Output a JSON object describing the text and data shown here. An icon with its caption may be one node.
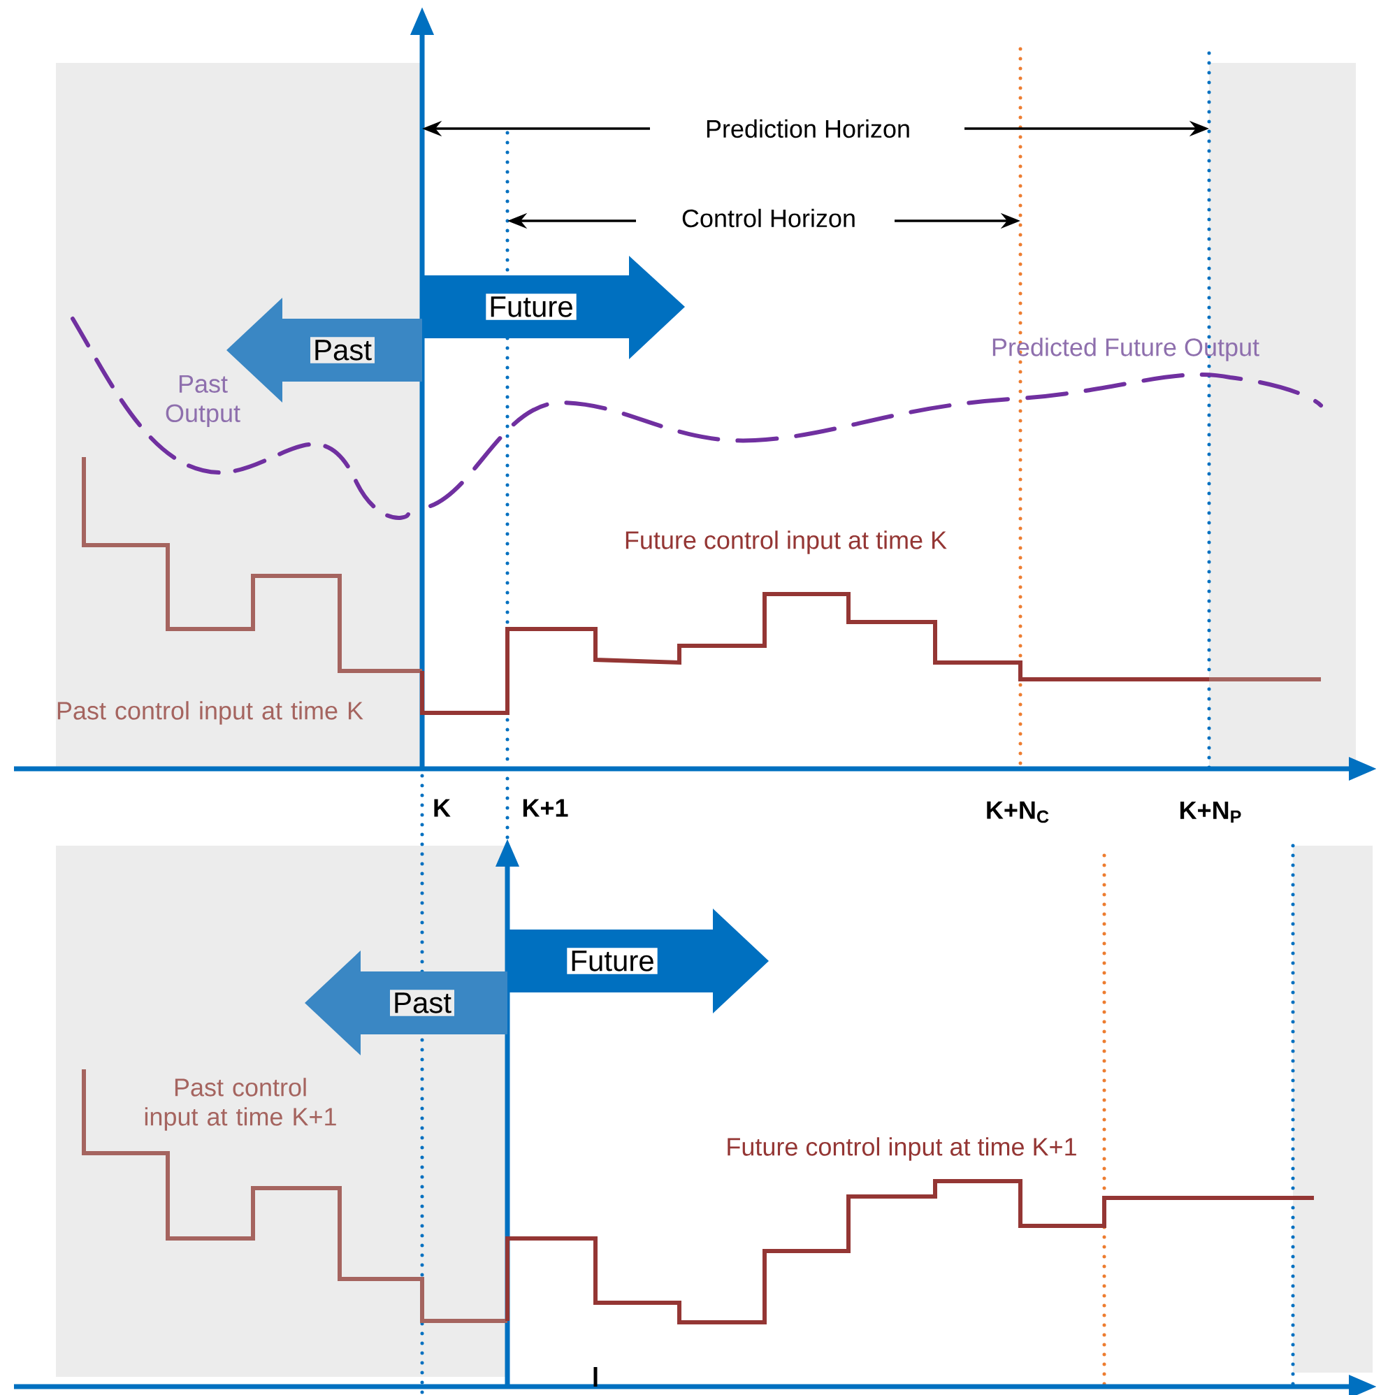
{
  "diagram": {
    "nodes": [
      {
        "text": [
          "Future"
        ]
      },
      {
        "text": [
          "Past"
        ]
      },
      {
        "text": [
          "Future"
        ]
      },
      {
        "text": [
          "Past"
        ]
      }
    ],
    "labels": [
      "Prediction Horizon",
      "Control Horizon",
      "Predicted Future Output",
      "Past Output",
      "Future control input at time K",
      "Past control input at time K",
      "K",
      "K+1",
      "K+N$_{C}$",
      "K+N$_{P}$",
      "Past control input at time K+1",
      "Future control input at time K+1"
    ]
  }
}
